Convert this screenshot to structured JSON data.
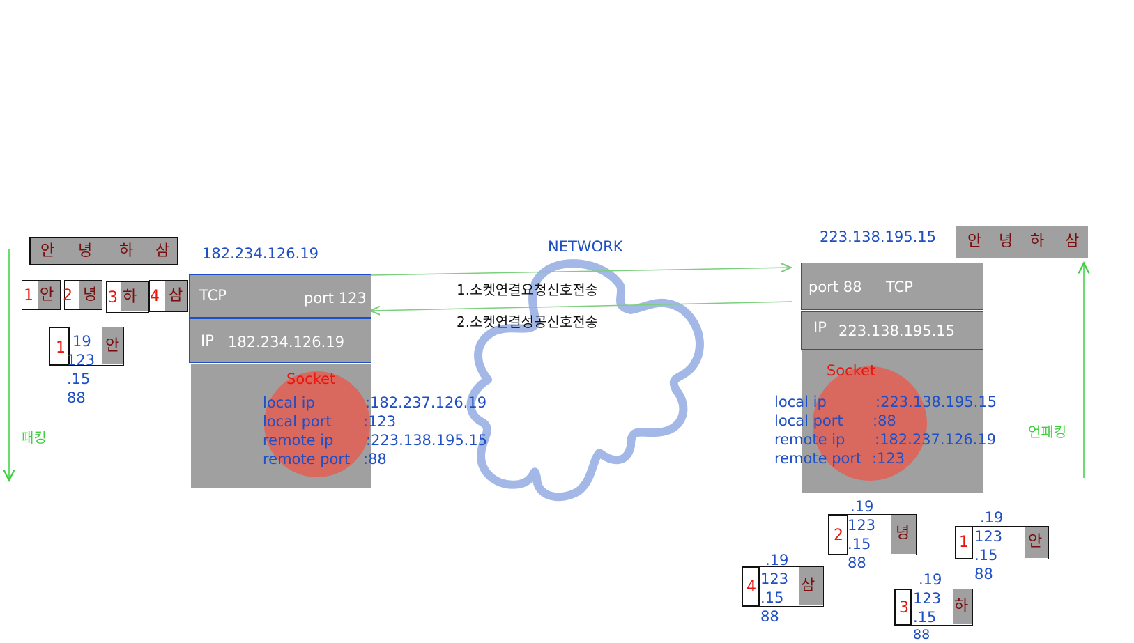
{
  "network_label": "NETWORK",
  "arrows": {
    "request": "1.소켓연결요청신호전송",
    "response": "2.소켓연결성공신호전송"
  },
  "side_labels": {
    "packing": "패킹",
    "unpacking": "언패킹"
  },
  "message_chars": [
    "안",
    "녕",
    "하",
    "삼"
  ],
  "client": {
    "ip_label": "182.234.126.19",
    "tcp": "TCP",
    "port": "port 123",
    "ip_prefix": "IP",
    "ip": "182.234.126.19",
    "socket": "Socket",
    "fields": [
      {
        "key": "local ip",
        "value": ":182.237.126.19"
      },
      {
        "key": "local port",
        "value": ":123"
      },
      {
        "key": "remote ip",
        "value": ":223.138.195.15"
      },
      {
        "key": "remote port",
        "value": ":88"
      }
    ]
  },
  "server": {
    "ip_label": "223.138.195.15",
    "port": "port 88",
    "tcp": "TCP",
    "ip_prefix": "IP",
    "ip": "223.138.195.15",
    "socket": "Socket",
    "fields": [
      {
        "key": "local ip",
        "value": ":223.138.195.15"
      },
      {
        "key": "local port",
        "value": ":88"
      },
      {
        "key": "remote ip",
        "value": ":182.237.126.19"
      },
      {
        "key": "remote port",
        "value": ":123"
      }
    ]
  },
  "split_packets": [
    {
      "num": "1",
      "char": "안"
    },
    {
      "num": "2",
      "char": "녕"
    },
    {
      "num": "3",
      "char": "하"
    },
    {
      "num": "4",
      "char": "삼"
    }
  ],
  "packet_header": {
    "line1": ".19",
    "line2": "123",
    "line3": ".15",
    "line4": "88"
  },
  "client_packet": {
    "num": "1",
    "line1": "19",
    "line2": "123",
    "line3": ".15",
    "line4": "88",
    "char": "안"
  },
  "received_packets": [
    {
      "num": "2",
      "char": "녕"
    },
    {
      "num": "1",
      "char": "안"
    },
    {
      "num": "4",
      "char": "삼"
    },
    {
      "num": "3",
      "char": "하"
    }
  ]
}
